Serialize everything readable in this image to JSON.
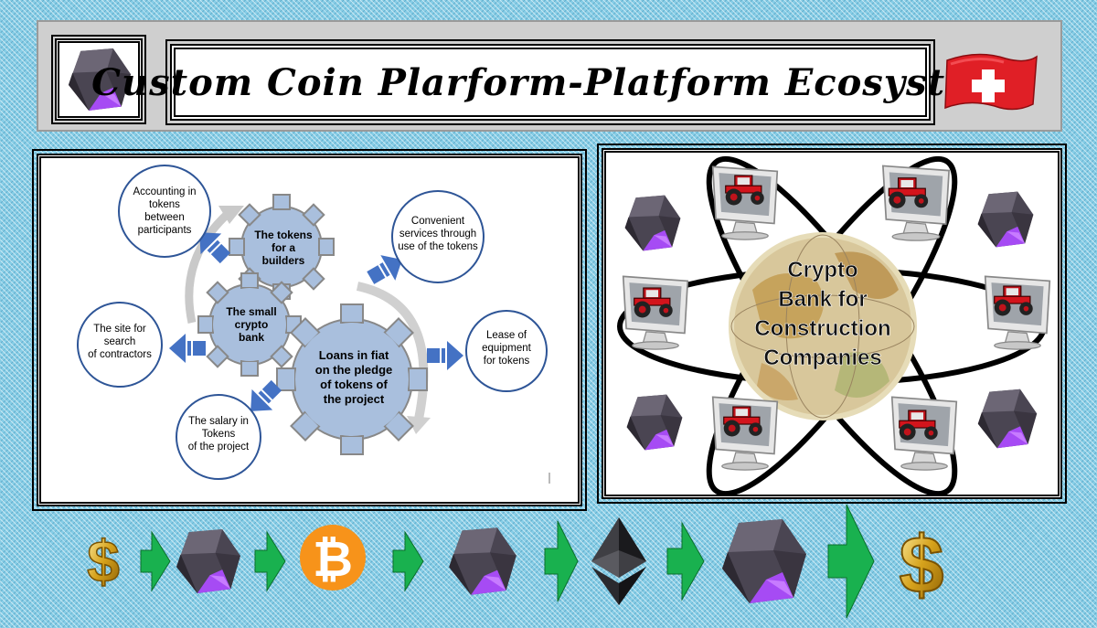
{
  "header": {
    "title": "Custom Coin Plarform-Platform Ecosystem"
  },
  "left_diagram": {
    "center_gear": [
      "Loans in fiat",
      "on the pledge",
      "of tokens of",
      "the project"
    ],
    "small_gear_bank": [
      "The small",
      "crypto",
      "bank"
    ],
    "small_gear_builders": [
      "The tokens",
      "for a",
      "builders"
    ],
    "circles": {
      "accounting": [
        "Accounting in",
        "tokens",
        "between",
        "participants"
      ],
      "services": [
        "Convenient",
        "services through",
        "use of the tokens"
      ],
      "lease": [
        "Lease of",
        "equipment",
        "for tokens"
      ],
      "contractors": [
        "The site for",
        "search",
        "of contractors"
      ],
      "salary": [
        "The salary in",
        "Tokens",
        "of the project"
      ]
    },
    "colors": {
      "gear_fill": "#a9bfdd",
      "arrow": "#4472c4",
      "circle_border": "#2e5597"
    }
  },
  "right_diagram": {
    "globe_text": [
      "Crypto",
      "Bank for",
      "Construction",
      "Companies"
    ]
  },
  "bottom_flow": {
    "items": [
      "dollar-icon",
      "crystal-token-icon",
      "bitcoin-icon",
      "crystal-token-icon",
      "ethereum-icon",
      "crystal-token-icon",
      "dollar-icon"
    ],
    "colors": {
      "arrow": "#19b14f",
      "bitcoin": "#f7931a",
      "dollar": "#d6a21c",
      "token_dark": "#4a4552",
      "token_purple": "#a64bf4"
    }
  }
}
